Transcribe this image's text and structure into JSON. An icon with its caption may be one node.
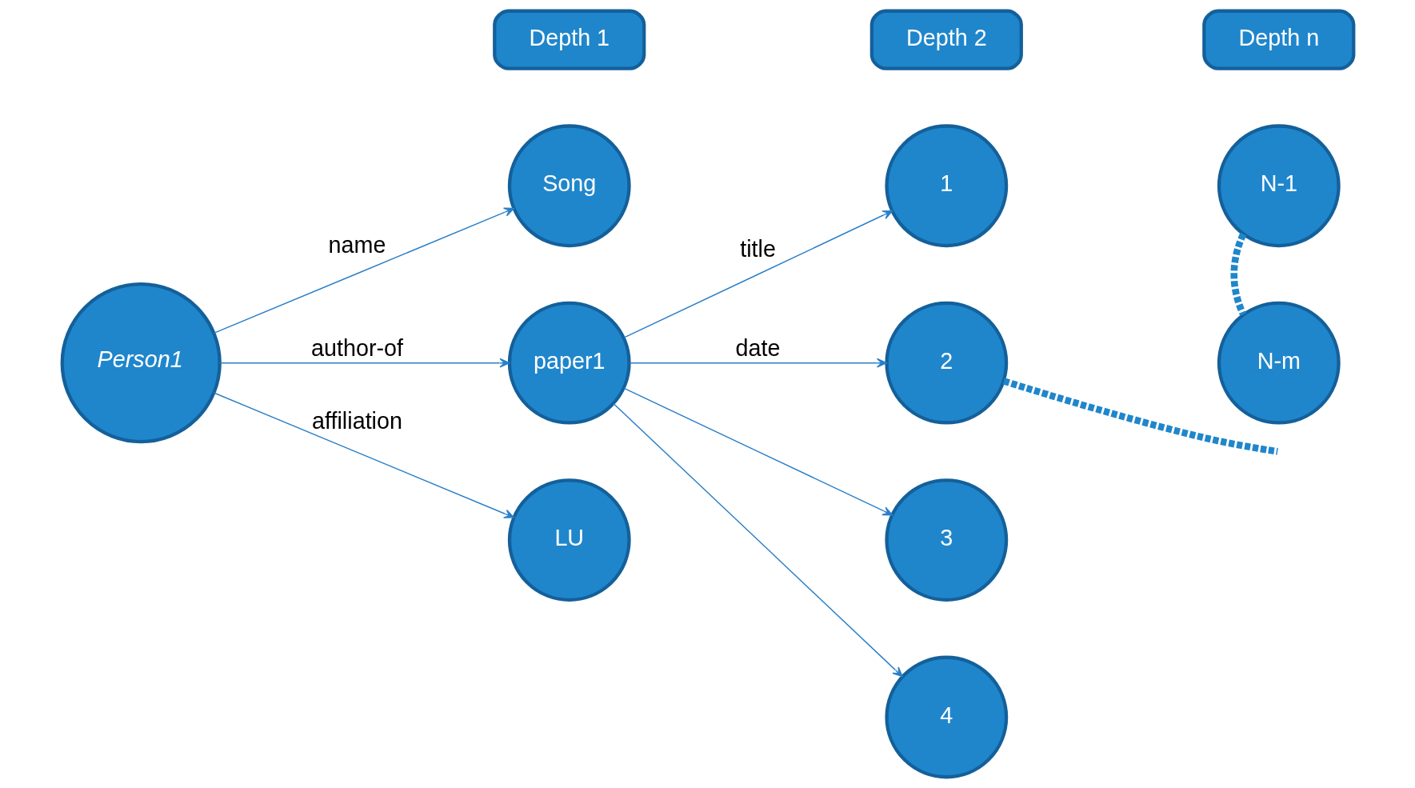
{
  "diagram": {
    "nodes": [
      {
        "text": [
          "Depth 1"
        ]
      },
      {
        "text": [
          "Depth 2"
        ]
      },
      {
        "text": [
          "Depth n"
        ]
      },
      {
        "text": [
          "Person1"
        ]
      },
      {
        "text": [
          "Song"
        ]
      },
      {
        "text": [
          "paper1"
        ]
      },
      {
        "text": [
          "LU"
        ]
      },
      {
        "text": [
          "1"
        ]
      },
      {
        "text": [
          "2"
        ]
      },
      {
        "text": [
          "3"
        ]
      },
      {
        "text": [
          "4"
        ]
      },
      {
        "text": [
          "N-1"
        ]
      },
      {
        "text": [
          "N-m"
        ]
      }
    ],
    "edges": [
      {
        "from": 3,
        "to": 4,
        "arrow": "to",
        "label": "name"
      },
      {
        "from": 3,
        "to": 5,
        "arrow": "to",
        "label": "author-of"
      },
      {
        "from": 3,
        "to": 6,
        "arrow": "to",
        "label": "affiliation"
      },
      {
        "from": 5,
        "to": 7,
        "arrow": "to",
        "label": "title"
      },
      {
        "from": 5,
        "to": 8,
        "arrow": "to",
        "label": "date"
      },
      {
        "from": 5,
        "to": 9,
        "arrow": "to"
      },
      {
        "from": 5,
        "to": 10,
        "arrow": "to"
      },
      {
        "from": 8,
        "to": null,
        "arrow": "none",
        "style": "dashed"
      },
      {
        "from": 11,
        "to": 12,
        "arrow": "none",
        "style": "dashed"
      }
    ]
  }
}
